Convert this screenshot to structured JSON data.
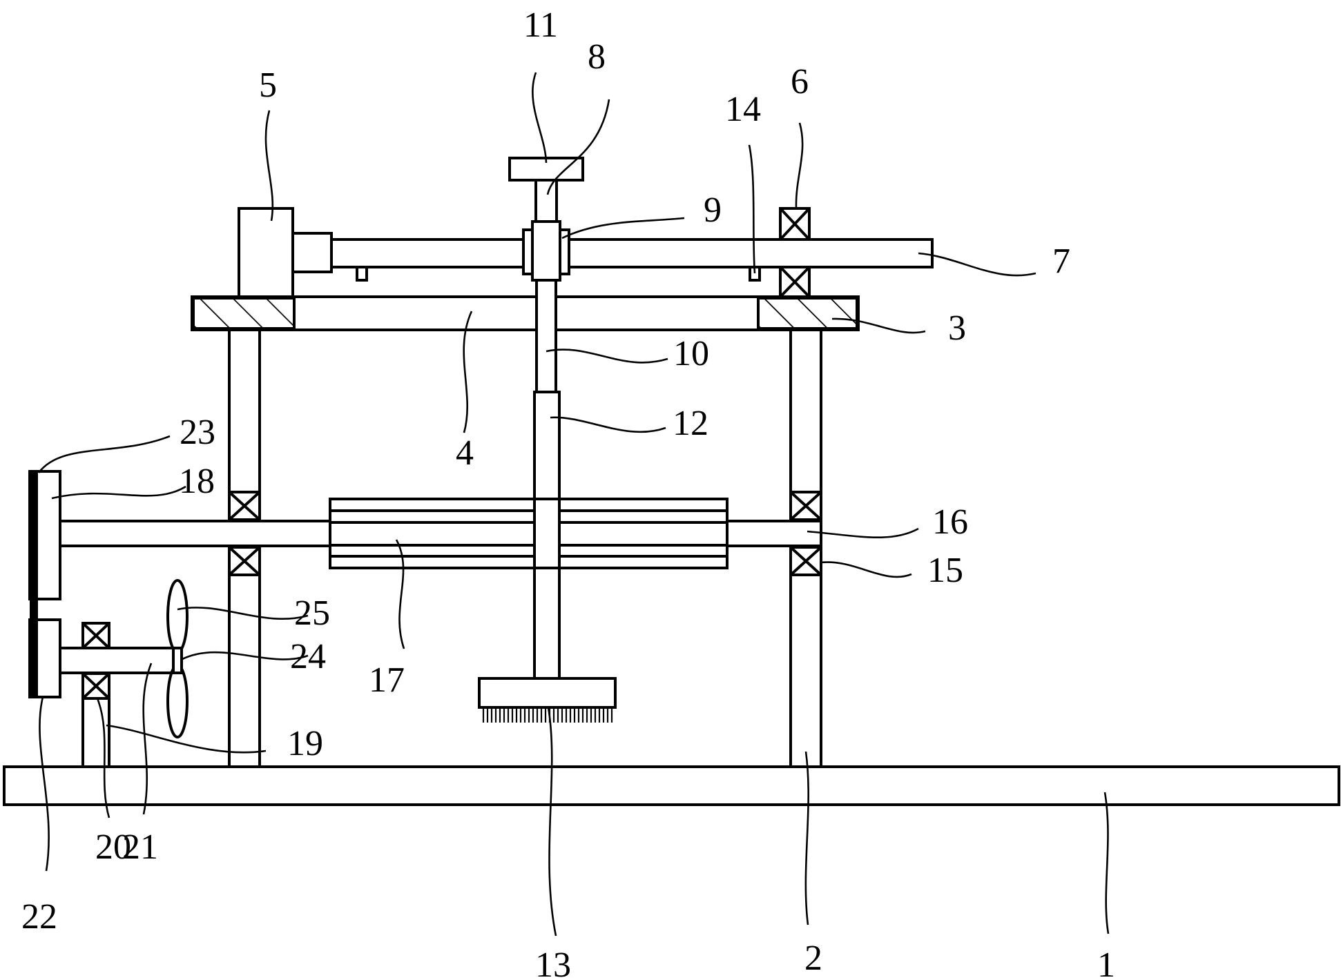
{
  "figure": {
    "labels": [
      {
        "id": "1",
        "text": "1"
      },
      {
        "id": "2",
        "text": "2"
      },
      {
        "id": "3",
        "text": "3"
      },
      {
        "id": "4",
        "text": "4"
      },
      {
        "id": "5",
        "text": "5"
      },
      {
        "id": "6",
        "text": "6"
      },
      {
        "id": "7",
        "text": "7"
      },
      {
        "id": "8",
        "text": "8"
      },
      {
        "id": "9",
        "text": "9"
      },
      {
        "id": "10",
        "text": "10"
      },
      {
        "id": "11",
        "text": "11"
      },
      {
        "id": "12",
        "text": "12"
      },
      {
        "id": "13",
        "text": "13"
      },
      {
        "id": "14",
        "text": "14"
      },
      {
        "id": "15",
        "text": "15"
      },
      {
        "id": "16",
        "text": "16"
      },
      {
        "id": "17",
        "text": "17"
      },
      {
        "id": "18",
        "text": "18"
      },
      {
        "id": "19",
        "text": "19"
      },
      {
        "id": "20",
        "text": "20"
      },
      {
        "id": "21",
        "text": "21"
      },
      {
        "id": "22",
        "text": "22"
      },
      {
        "id": "23",
        "text": "23"
      },
      {
        "id": "24",
        "text": "24"
      },
      {
        "id": "25",
        "text": "25"
      }
    ]
  },
  "colors": {
    "stroke": "#000000",
    "background": "#ffffff"
  }
}
